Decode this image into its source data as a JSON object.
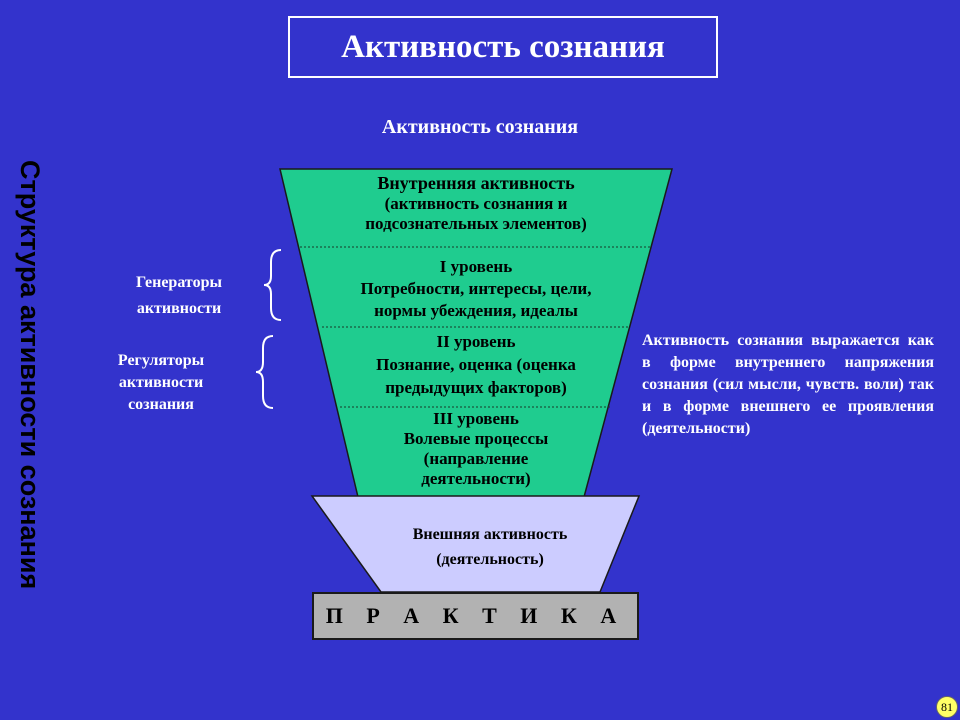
{
  "slide": {
    "side_title": "Структура активности сознания",
    "title": "Активность сознания",
    "subtitle": "Активность сознания",
    "funnel": {
      "inner": {
        "heading": "Внутренняя активность",
        "line1": "(активность сознания и",
        "line2": "подсознательных элементов)"
      },
      "level1": {
        "heading": "I уровень",
        "line1": "Потребности, интересы, цели,",
        "line2": "нормы убеждения, идеалы"
      },
      "level2": {
        "heading": "II уровень",
        "line1": "Познание, оценка (оценка",
        "line2": "предыдущих факторов)"
      },
      "level3": {
        "heading": "III уровень",
        "line1": "Волевые процессы",
        "line2": "(направление",
        "line3": "деятельности)"
      },
      "outer": {
        "line1": "Внешняя активность",
        "line2": "(деятельность)"
      },
      "practice": "П Р А К Т И К А"
    },
    "labels": {
      "generators": {
        "line1": "Генераторы",
        "line2": "активности"
      },
      "regulators": {
        "line1": "Регуляторы",
        "line2": "активности",
        "line3": "сознания"
      }
    },
    "description": "Активность сознания выражается как в форме внутреннего напряжения сознания (сил мысли, чувств. воли) так и в форме внешнего ее проявления (деятельности)",
    "page_number": "81",
    "colors": {
      "background": "#3333cc",
      "inner_funnel": "#1fcc8f",
      "outer_funnel": "#ccccff",
      "practice": "#b2b2b2"
    }
  }
}
